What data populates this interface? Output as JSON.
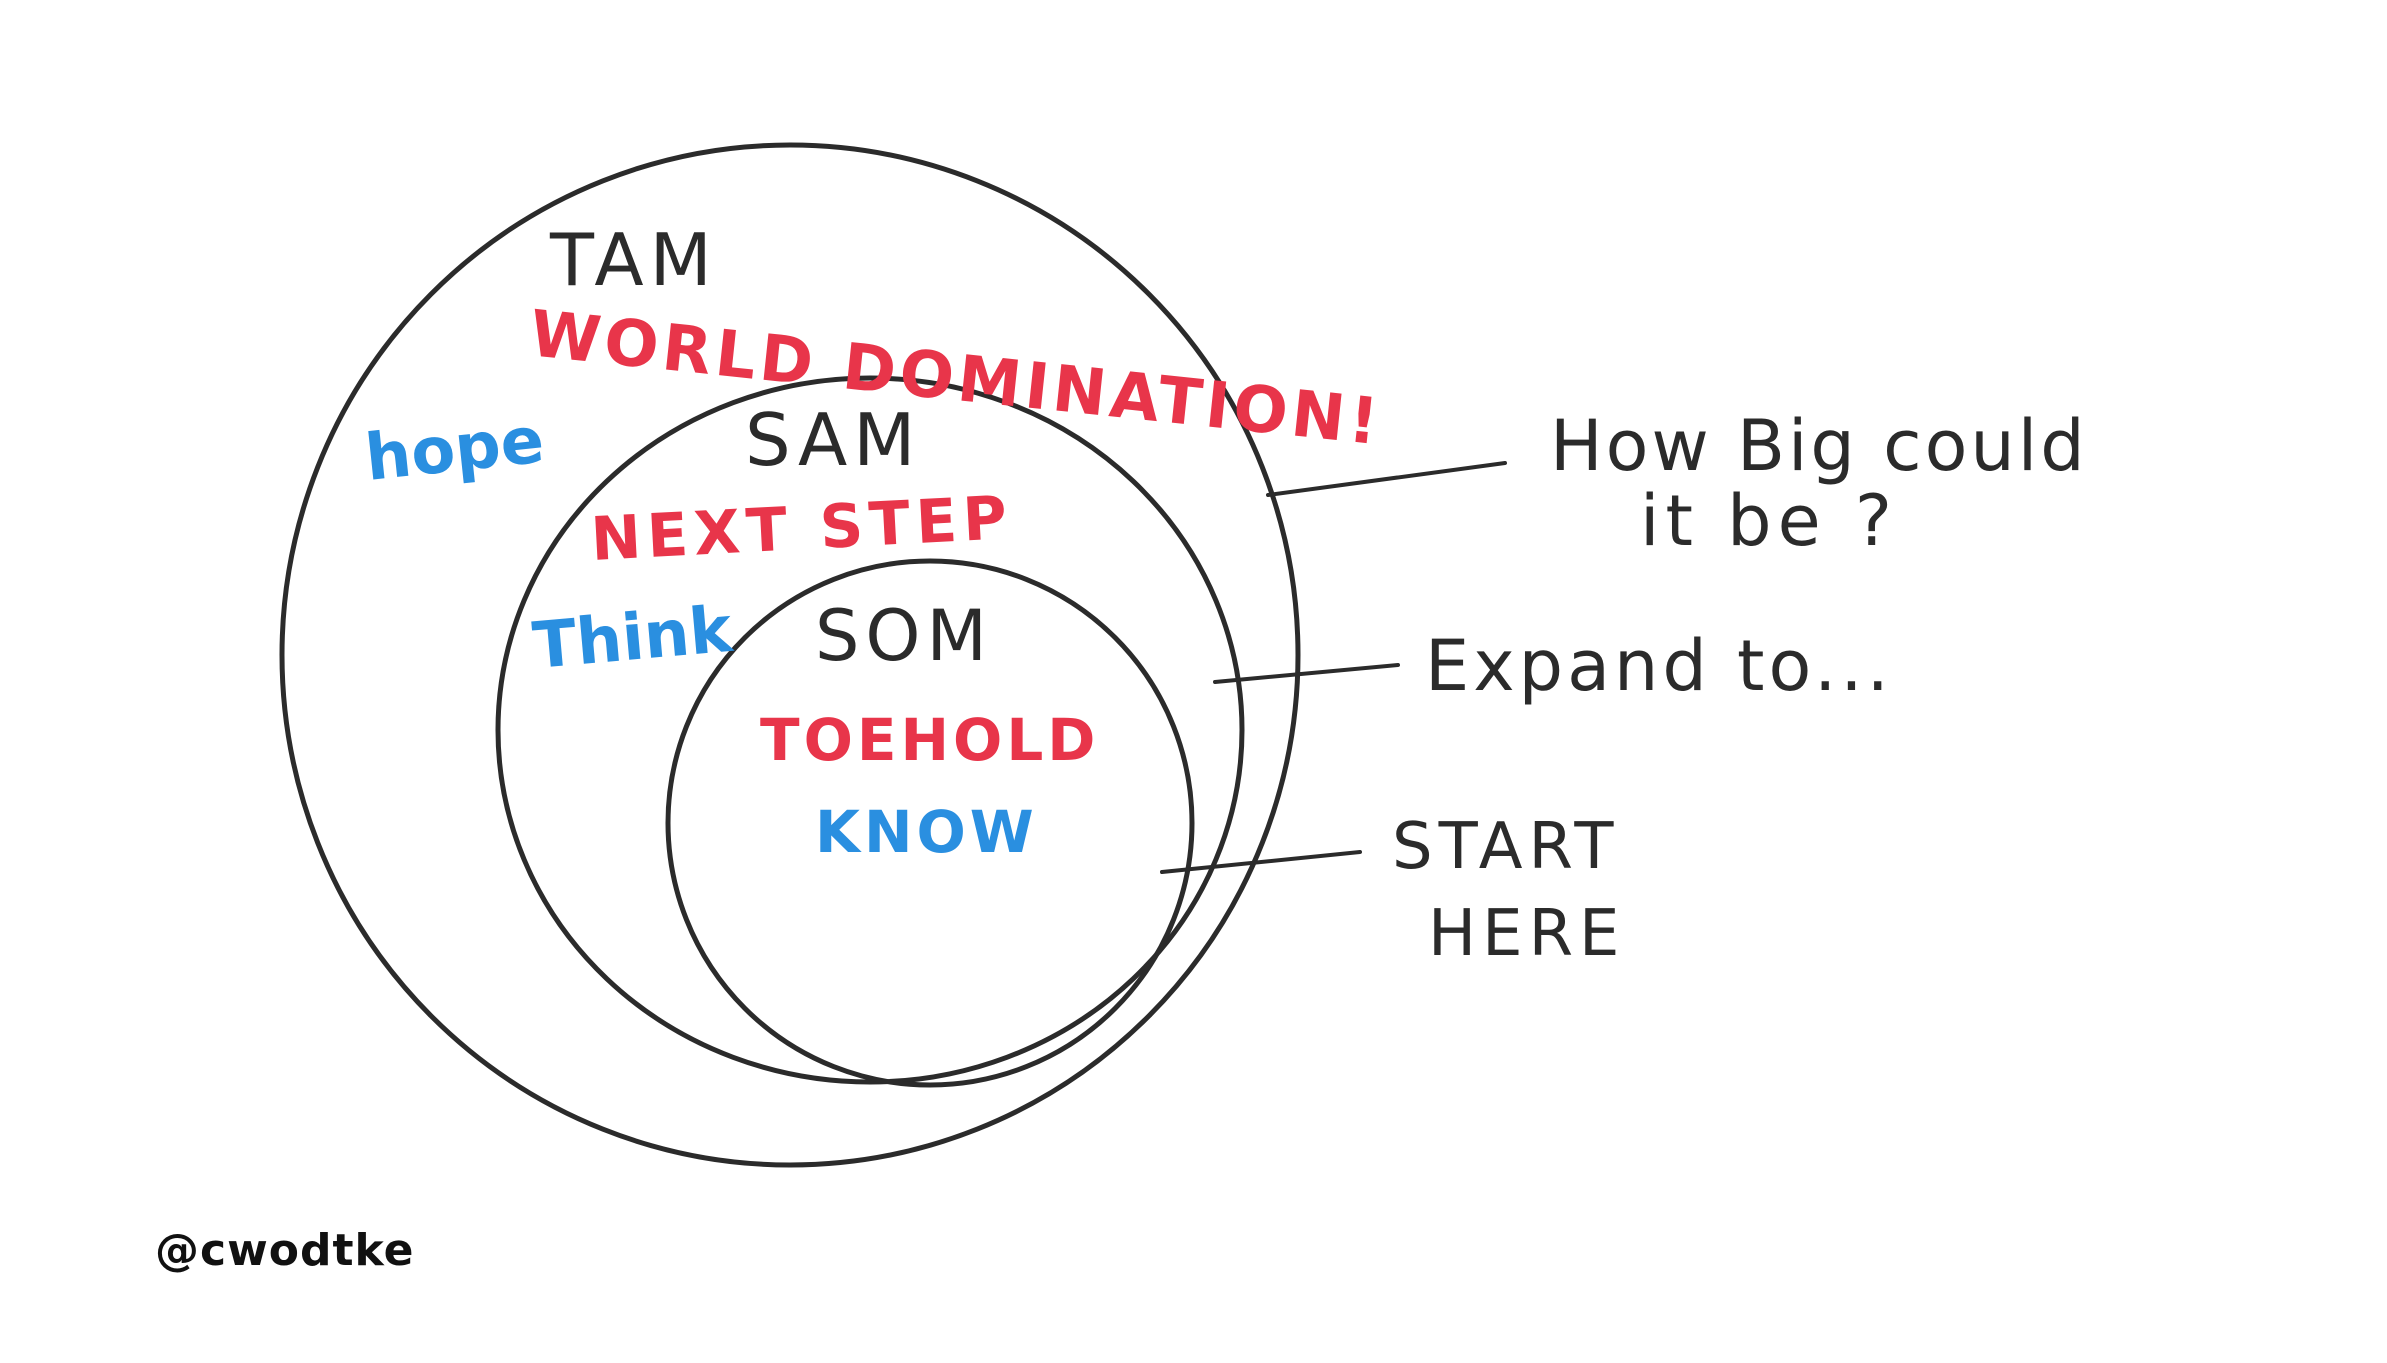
{
  "tam": {
    "label": "TAM",
    "goal": "WORLD DOMINATION!",
    "confidence": "hope",
    "annotation_line1": "How Big could",
    "annotation_line2": "it be ?"
  },
  "sam": {
    "label": "SAM",
    "goal": "NEXT STEP",
    "confidence": "Think",
    "annotation": "Expand to..."
  },
  "som": {
    "label": "SOM",
    "goal": "TOEHOLD",
    "confidence": "KNOW",
    "annotation_line1": "START",
    "annotation_line2": "HERE"
  },
  "credit": "@cwodtke",
  "colors": {
    "ink": "#2b2b2b",
    "red": "#e8354a",
    "blue": "#2a8fe0"
  }
}
